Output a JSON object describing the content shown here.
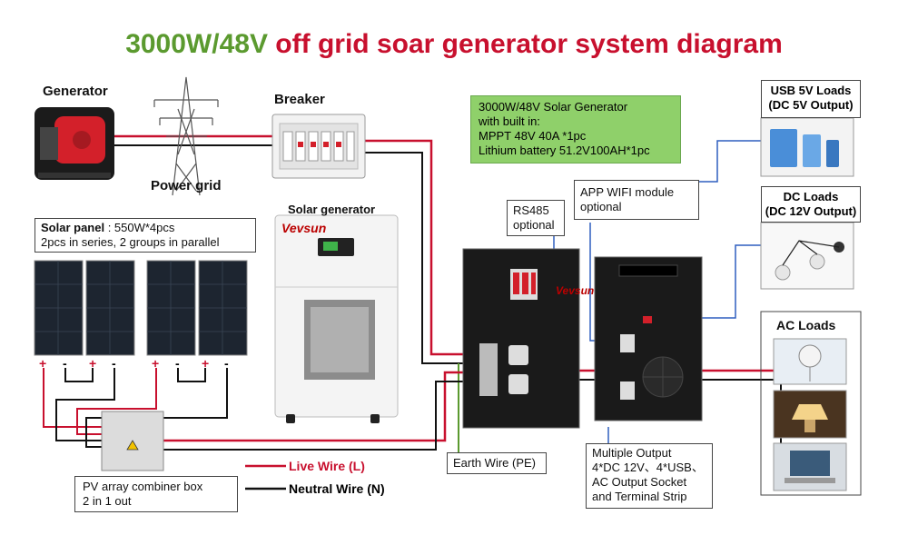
{
  "title": {
    "part1": "3000W/48V",
    "part2": " off grid soar generator system diagram"
  },
  "labels": {
    "generator": "Generator",
    "power_grid": "Power grid",
    "breaker": "Breaker",
    "solar_generator": "Solar generator",
    "brand": "Vevsun",
    "brand2": "Vevsun"
  },
  "solar_panel": {
    "title": "Solar panel",
    "spec": " : 550W*4pcs",
    "line2": "2pcs in series, 2 groups in parallel"
  },
  "green_box": {
    "line1": "3000W/48V Solar Generator",
    "line2": "with built in:",
    "line3": "MPPT 48V 40A *1pc",
    "line4": "Lithium battery 51.2V100AH*1pc"
  },
  "rs485": {
    "line1": "RS485",
    "line2": "optional"
  },
  "wifi": {
    "line1": "APP WIFI module",
    "line2": "optional"
  },
  "usb_loads": {
    "line1": "USB 5V Loads",
    "line2": "(DC 5V Output)"
  },
  "dc_loads": {
    "line1": "DC Loads",
    "line2": "(DC 12V Output)"
  },
  "ac_loads": {
    "title": "AC Loads"
  },
  "combiner": {
    "line1": "PV array combiner box",
    "line2": "2 in 1 out"
  },
  "legend": {
    "live": "Live Wire (L)",
    "neutral": "Neutral Wire (N)"
  },
  "earth": "Earth Wire (PE)",
  "multi_output": {
    "line1": "Multiple Output",
    "line2": "4*DC 12V、4*USB、",
    "line3": "AC Output Socket",
    "line4": "and Terminal Strip"
  },
  "polarity": {
    "plus": "+",
    "minus": "-"
  },
  "colors": {
    "live": "#c8102e",
    "neutral": "#111111",
    "dc": "#2f5fbf",
    "green_title": "#5b9a2f",
    "red_title": "#c8102e"
  }
}
